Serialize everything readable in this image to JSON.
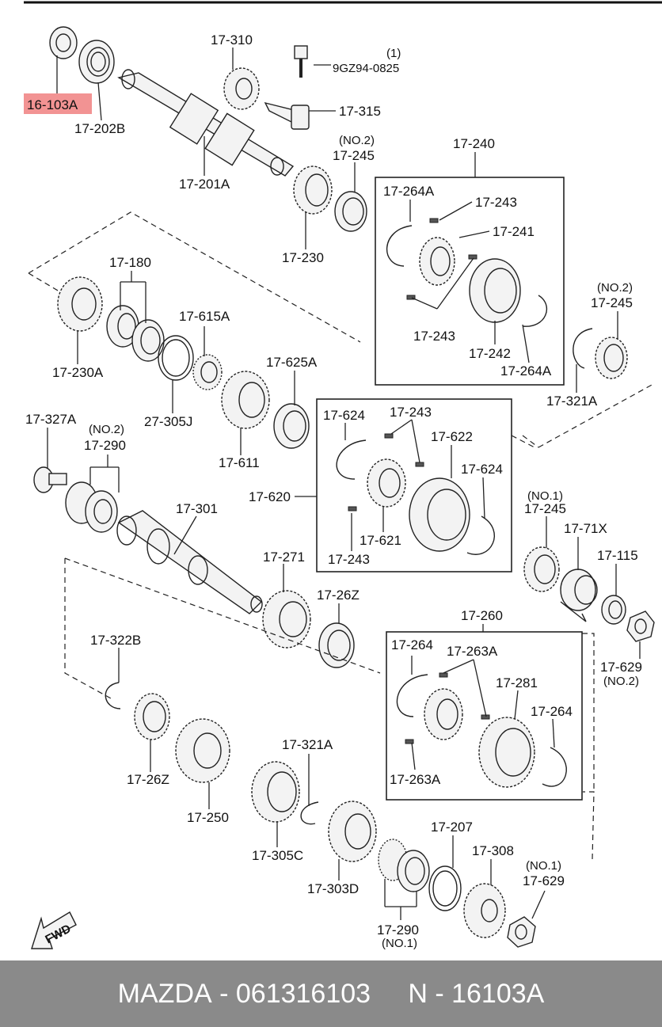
{
  "highlight_color": "#f08080",
  "footer": {
    "brand": "MAZDA",
    "sep1": " - ",
    "part_number": "061316103",
    "gap": "     ",
    "n_label": "N",
    "sep2": " - ",
    "ref": "16103A"
  },
  "labels": {
    "l16103a": "16-103A",
    "l17202b": "17-202B",
    "l17310": "17-310",
    "l1": "(1)",
    "l9gz": "9GZ94-0825",
    "l17315": "17-315",
    "l17201a": "17-201A",
    "l_no2_a": "(NO.2)",
    "l17245_a": "17-245",
    "l17230": "17-230",
    "l17240": "17-240",
    "l17264a_top": "17-264A",
    "l17243_a": "17-243",
    "l17241": "17-241",
    "l17243_b": "17-243",
    "l17242": "17-242",
    "l17264a_b": "17-264A",
    "l_no2_b": "(NO.2)",
    "l17245_b": "17-245",
    "l17321a_r": "17-321A",
    "l17180": "17-180",
    "l17230a": "17-230A",
    "l17615a": "17-615A",
    "l27305j": "27-305J",
    "l17625a": "17-625A",
    "l17611": "17-611",
    "l17327a": "17-327A",
    "l_no2_c": "(NO.2)",
    "l17290_a": "17-290",
    "l17624_a": "17-624",
    "l17243_c": "17-243",
    "l17622": "17-622",
    "l17624_b": "17-624",
    "l17620": "17-620",
    "l17621": "17-621",
    "l17243_d": "17-243",
    "l_no1_a": "(NO.1)",
    "l17245_c": "17-245",
    "l1771x": "17-71X",
    "l17115": "17-115",
    "l17301": "17-301",
    "l17271": "17-271",
    "l1726z_a": "17-26Z",
    "l17260": "17-260",
    "l17322b": "17-322B",
    "l17264_a": "17-264",
    "l17263a_a": "17-263A",
    "l17281": "17-281",
    "l17264_b": "17-264",
    "l17263a_b": "17-263A",
    "l17629_a": "17-629",
    "l_no2_d": "(NO.2)",
    "l1726z_b": "17-26Z",
    "l17250": "17-250",
    "l17321a_b": "17-321A",
    "l17305c": "17-305C",
    "l17303d": "17-303D",
    "l17207": "17-207",
    "l17308": "17-308",
    "l_no1_b": "(NO.1)",
    "l17629_b": "17-629",
    "l17290_b": "17-290",
    "l_no1_c": "(NO.1)",
    "fwd": "FWD"
  }
}
